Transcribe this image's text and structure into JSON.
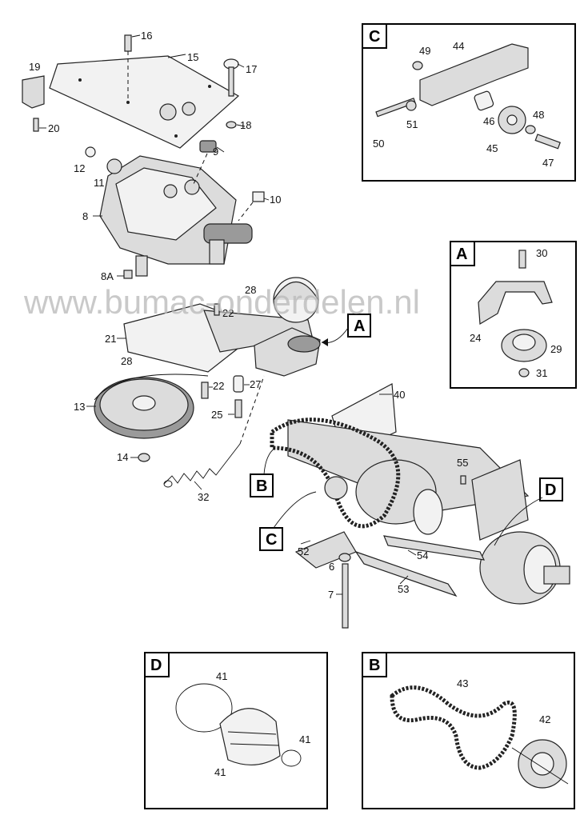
{
  "watermark": "www.bumac-onderdelen.nl",
  "callouts": {
    "c16": "16",
    "c15": "15",
    "c17": "17",
    "c19": "19",
    "c18": "18",
    "c20": "20",
    "c9": "9",
    "c12": "12",
    "c11": "11",
    "c10": "10",
    "c8": "8",
    "c8a": "8A",
    "c28a": "28",
    "c22a": "22",
    "c21": "21",
    "c28b": "28",
    "c13": "13",
    "c22b": "22",
    "c27": "27",
    "c25": "25",
    "c14": "14",
    "c32": "32",
    "c40": "40",
    "c55": "55",
    "c52": "52",
    "c54": "54",
    "c6": "6",
    "c7": "7",
    "c53": "53"
  },
  "tags": {
    "main_a": "A",
    "main_b": "B",
    "main_c": "C",
    "main_d": "D"
  },
  "panel_c": {
    "letter": "C",
    "labels": {
      "c49": "49",
      "c44": "44",
      "c51": "51",
      "c46": "46",
      "c48": "48",
      "c50": "50",
      "c45": "45",
      "c47": "47"
    }
  },
  "panel_a": {
    "letter": "A",
    "labels": {
      "c30": "30",
      "c24": "24",
      "c29": "29",
      "c31": "31"
    }
  },
  "panel_d": {
    "letter": "D",
    "labels": {
      "c41a": "41",
      "c41b": "41",
      "c41c": "41"
    }
  },
  "panel_b": {
    "letter": "B",
    "labels": {
      "c43": "43",
      "c42": "42"
    }
  }
}
